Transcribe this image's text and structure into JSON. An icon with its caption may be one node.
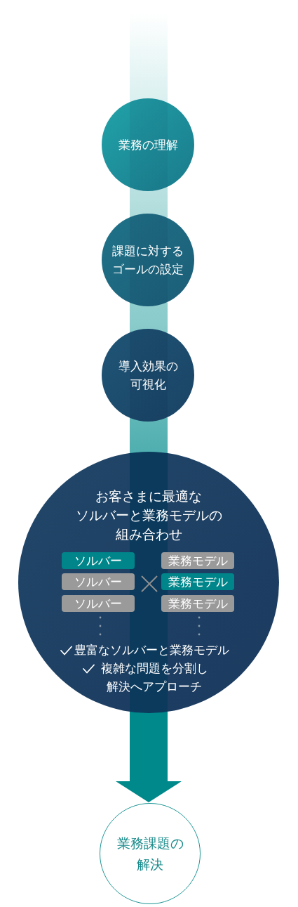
{
  "diagram": {
    "nodes": [
      {
        "text": [
          "業務の理解"
        ]
      },
      {
        "text": [
          "課題に対するゴールの設定"
        ]
      },
      {
        "text": [
          "導入効果の可視化"
        ]
      },
      {
        "text": [
          "お客さまに最適なソルバーと業務モデルの組み合わせ",
          "豊富なソルバーと業務モデル",
          "複雑な問題を分割し解決へアプローチ"
        ]
      },
      {
        "text": [
          "ソルバー"
        ],
        "in": 3
      },
      {
        "text": [
          "業務モデル"
        ],
        "in": 3
      },
      {
        "text": [
          "ソルバー"
        ],
        "in": 3
      },
      {
        "text": [
          "業務モデル"
        ],
        "in": 3
      },
      {
        "text": [
          "ソルバー"
        ],
        "in": 3
      },
      {
        "text": [
          "業務モデル"
        ],
        "in": 3
      },
      {
        "text": [
          "業務課題の解決"
        ]
      }
    ],
    "edges": [
      {
        "from": null,
        "to": 0,
        "arrow": "none"
      },
      {
        "from": 0,
        "to": 1,
        "arrow": "none"
      },
      {
        "from": 1,
        "to": 2,
        "arrow": "none"
      },
      {
        "from": 2,
        "to": 3,
        "arrow": "none"
      },
      {
        "from": 3,
        "to": 10,
        "arrow": "to",
        "color": "#00898a"
      }
    ]
  }
}
